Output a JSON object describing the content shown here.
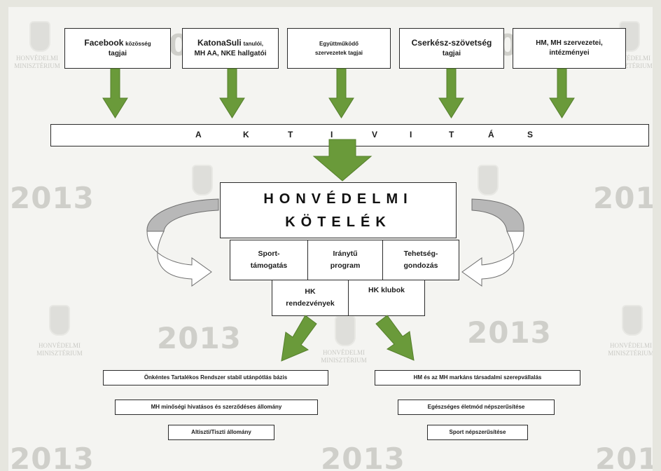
{
  "watermark": {
    "year": "2013",
    "crest_text_line1": "HONVÉDELMI",
    "crest_text_line2": "MINISZTÉRIUM"
  },
  "sources": [
    {
      "main": "Facebook",
      "suffix": "közösség",
      "line2": "tagjai"
    },
    {
      "main": "KatonaSuli",
      "suffix": "tanulói,",
      "line2": "MH AA, NKE hallgatói"
    },
    {
      "line1": "Együttműködő",
      "line2": "szervezetek tagjai"
    },
    {
      "line1": "Cserkész-szövetség",
      "line2": "tagjai"
    },
    {
      "line1": "HM, MH szervezetei,",
      "line2": "intézményei"
    }
  ],
  "activity_letters": [
    "A",
    "K",
    "T",
    "I",
    "V",
    "I",
    "T",
    "Á",
    "S"
  ],
  "main": {
    "line1": "HONVÉDELMI",
    "line2": "KÖTELÉK"
  },
  "programs": [
    {
      "line1": "Sport-",
      "line2": "támogatás"
    },
    {
      "line1": "Iránytű",
      "line2": "program"
    },
    {
      "line1": "Tehetség-",
      "line2": "gondozás"
    },
    {
      "line1": "HK",
      "line2": "rendezvények"
    },
    {
      "line1": "HK klubok",
      "line2": ""
    }
  ],
  "outcomes_left": [
    "Önkéntes Tartalékos Rendszer stabil utánpótlás bázis",
    "MH minőségi hivatásos és szerződéses állomány",
    "Altiszti/Tiszti állomány"
  ],
  "outcomes_right": [
    "HM és az MH markáns társadalmi szerepvállalás",
    "Egészséges életmód népszerűsítése",
    "Sport népszerűsítése"
  ],
  "colors": {
    "arrow_green": "#6a9a3a",
    "arrow_green_dark": "#557f2c",
    "curved_arrow_gray": "#b8b8b8",
    "border": "#2b2b2b",
    "watermark": "#cfcfca"
  }
}
